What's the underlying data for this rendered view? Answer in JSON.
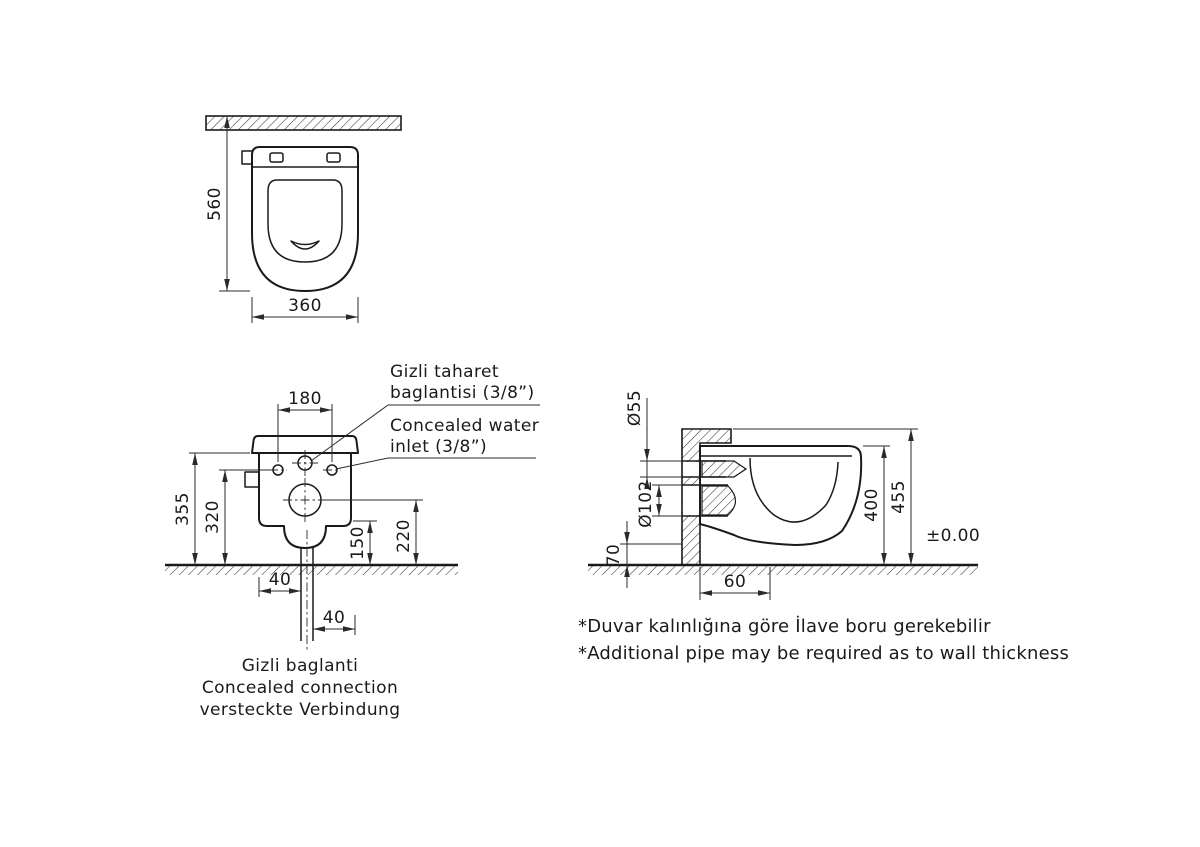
{
  "colors": {
    "ink": "#1a1a1a",
    "dim_line": "#2a2a2a",
    "background": "#ffffff"
  },
  "top_view": {
    "dim_depth": "560",
    "dim_width": "360"
  },
  "front_view": {
    "dim_inlet_spacing": "180",
    "dim_total_height": "355",
    "dim_inlet_height": "320",
    "dim_150": "150",
    "dim_outlet_height": "220",
    "dim_offset_a": "40",
    "dim_offset_b": "40",
    "callout_taharet_line1": "Gizli taharet",
    "callout_taharet_line2": "baglantisi (3/8”)",
    "callout_inlet_line1": "Concealed water",
    "callout_inlet_line2": "inlet (3/8”)",
    "caption_tr": "Gizli baglanti",
    "caption_en": "Concealed connection",
    "caption_de": "versteckte Verbindung"
  },
  "side_view": {
    "dim_inlet_diameter": "Ø55",
    "dim_outlet_diameter": "Ø102",
    "dim_70": "70",
    "dim_ceramic_height": "400",
    "dim_frame_height": "455",
    "floor_level": "±0.00",
    "dim_60": "60"
  },
  "notes": {
    "tr": "*Duvar kalınlığına göre İlave boru gerekebilir",
    "en": "*Additional pipe may be required as to wall thickness"
  }
}
